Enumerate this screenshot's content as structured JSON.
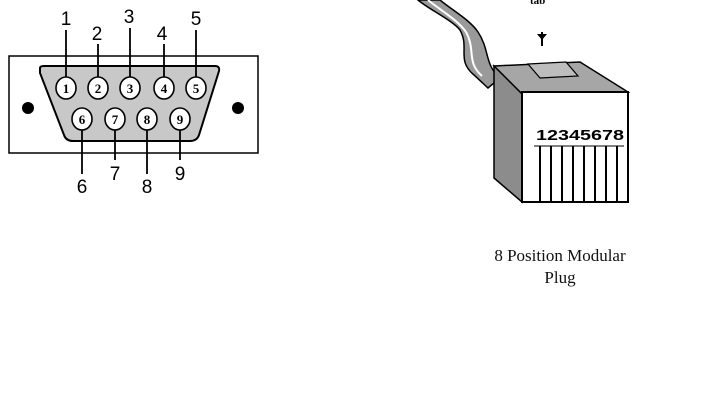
{
  "db9": {
    "top_pins": [
      "1",
      "2",
      "3",
      "4",
      "5"
    ],
    "bottom_pins": [
      "6",
      "7",
      "8",
      "9"
    ],
    "leader_labels_top": [
      "1",
      "2",
      "3",
      "4",
      "5"
    ],
    "leader_labels_bottom": [
      "6",
      "7",
      "8",
      "9"
    ]
  },
  "plug": {
    "pin_numbers": "12345678",
    "cable_text": "tab",
    "caption_line1": "8 Position Modular",
    "caption_line2": "Plug"
  },
  "colors": {
    "shell_fill": "#c8c8c8",
    "outline": "#000000",
    "plug_face": "#ffffff",
    "plug_side": "#9e9e9e"
  }
}
